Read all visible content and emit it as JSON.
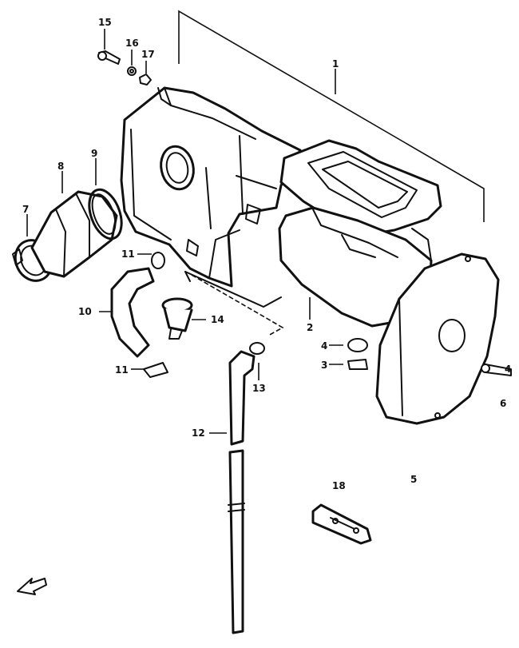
{
  "callouts": {
    "c1": "1",
    "c2": "2",
    "c3": "3",
    "c4": "4",
    "c4b": "4",
    "c5": "5",
    "c6": "6",
    "c7": "7",
    "c8": "8",
    "c9": "9",
    "c10": "10",
    "c11a": "11",
    "c11b": "11",
    "c12": "12",
    "c13": "13",
    "c14": "14",
    "c15": "15",
    "c16": "16",
    "c17": "17",
    "c18": "18"
  },
  "colors": {
    "ink": "#111111",
    "paper": "#ffffff"
  },
  "icons": {
    "front": "front-arrow-icon"
  }
}
